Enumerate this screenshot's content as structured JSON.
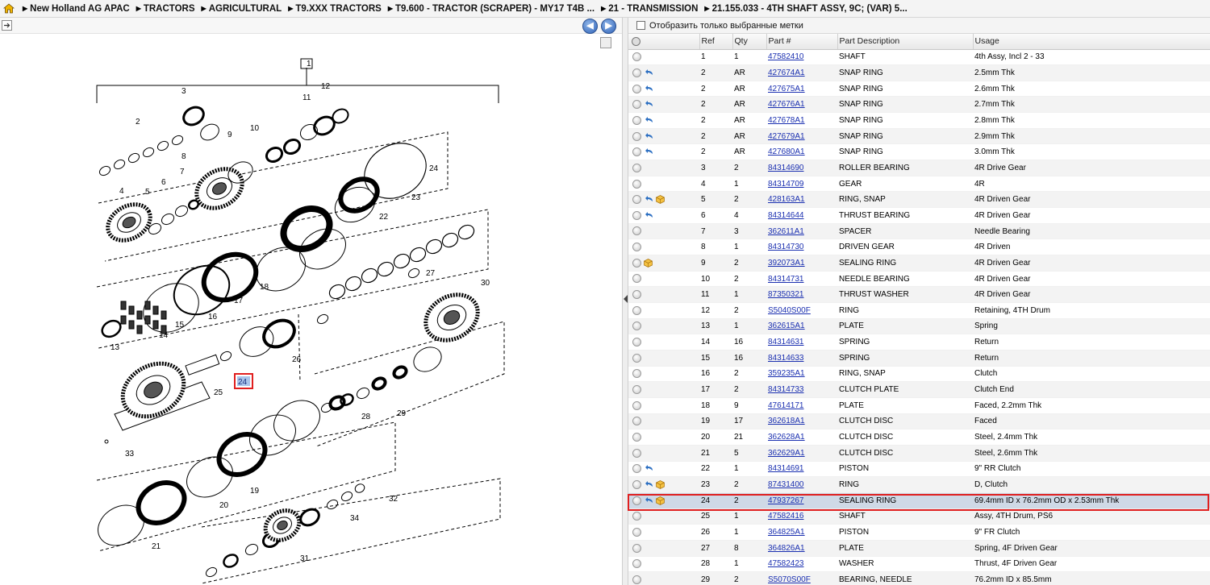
{
  "breadcrumb": {
    "home_icon": "home-icon",
    "items": [
      "New Holland AG APAC",
      "TRACTORS",
      "AGRICULTURAL",
      "T9.XXX TRACTORS",
      "T9.600 - TRACTOR (SCRAPER) - MY17 T4B ...",
      "21 - TRANSMISSION",
      "21.155.033 - 4TH SHAFT ASSY, 9C; (VAR) 5..."
    ]
  },
  "left": {
    "nav_prev": "back-arrow-icon",
    "nav_next": "forward-arrow-icon",
    "diagram_labels": [
      "1",
      "2",
      "3",
      "4",
      "5",
      "6",
      "7",
      "8",
      "9",
      "10",
      "11",
      "12",
      "13",
      "14",
      "15",
      "16",
      "17",
      "18",
      "19",
      "20",
      "21",
      "22",
      "23",
      "24",
      "25",
      "26",
      "27",
      "28",
      "29",
      "30",
      "31",
      "32",
      "33",
      "34"
    ],
    "highlight_label": "24"
  },
  "filter": {
    "label": "Отобразить только выбранные метки"
  },
  "table": {
    "headers": [
      "",
      "Ref",
      "Qty",
      "Part #",
      "Part Description",
      "Usage"
    ],
    "rows": [
      {
        "ref": "1",
        "qty": "1",
        "part": "47582410",
        "desc": "SHAFT",
        "usage": "4th Assy, Incl 2 - 33",
        "arrow": false,
        "box": false
      },
      {
        "ref": "2",
        "qty": "AR",
        "part": "427674A1",
        "desc": "SNAP RING",
        "usage": "2.5mm Thk",
        "arrow": true,
        "box": false
      },
      {
        "ref": "2",
        "qty": "AR",
        "part": "427675A1",
        "desc": "SNAP RING",
        "usage": "2.6mm Thk",
        "arrow": true,
        "box": false
      },
      {
        "ref": "2",
        "qty": "AR",
        "part": "427676A1",
        "desc": "SNAP RING",
        "usage": "2.7mm Thk",
        "arrow": true,
        "box": false
      },
      {
        "ref": "2",
        "qty": "AR",
        "part": "427678A1",
        "desc": "SNAP RING",
        "usage": "2.8mm Thk",
        "arrow": true,
        "box": false
      },
      {
        "ref": "2",
        "qty": "AR",
        "part": "427679A1",
        "desc": "SNAP RING",
        "usage": "2.9mm Thk",
        "arrow": true,
        "box": false
      },
      {
        "ref": "2",
        "qty": "AR",
        "part": "427680A1",
        "desc": "SNAP RING",
        "usage": "3.0mm Thk",
        "arrow": true,
        "box": false
      },
      {
        "ref": "3",
        "qty": "2",
        "part": "84314690",
        "desc": "ROLLER BEARING",
        "usage": "4R Drive Gear",
        "arrow": false,
        "box": false
      },
      {
        "ref": "4",
        "qty": "1",
        "part": "84314709",
        "desc": "GEAR",
        "usage": "4R",
        "arrow": false,
        "box": false
      },
      {
        "ref": "5",
        "qty": "2",
        "part": "428163A1",
        "desc": "RING, SNAP",
        "usage": "4R Driven Gear",
        "arrow": true,
        "box": true
      },
      {
        "ref": "6",
        "qty": "4",
        "part": "84314644",
        "desc": "THRUST BEARING",
        "usage": "4R Driven Gear",
        "arrow": true,
        "box": false
      },
      {
        "ref": "7",
        "qty": "3",
        "part": "362611A1",
        "desc": "SPACER",
        "usage": "Needle Bearing",
        "arrow": false,
        "box": false
      },
      {
        "ref": "8",
        "qty": "1",
        "part": "84314730",
        "desc": "DRIVEN GEAR",
        "usage": "4R Driven",
        "arrow": false,
        "box": false
      },
      {
        "ref": "9",
        "qty": "2",
        "part": "392073A1",
        "desc": "SEALING RING",
        "usage": "4R Driven Gear",
        "arrow": false,
        "box": true
      },
      {
        "ref": "10",
        "qty": "2",
        "part": "84314731",
        "desc": "NEEDLE BEARING",
        "usage": "4R Driven Gear",
        "arrow": false,
        "box": false
      },
      {
        "ref": "11",
        "qty": "1",
        "part": "87350321",
        "desc": "THRUST WASHER",
        "usage": "4R Driven Gear",
        "arrow": false,
        "box": false
      },
      {
        "ref": "12",
        "qty": "2",
        "part": "S5040S00F",
        "desc": "RING",
        "usage": "Retaining, 4TH Drum",
        "arrow": false,
        "box": false
      },
      {
        "ref": "13",
        "qty": "1",
        "part": "362615A1",
        "desc": "PLATE",
        "usage": "Spring",
        "arrow": false,
        "box": false
      },
      {
        "ref": "14",
        "qty": "16",
        "part": "84314631",
        "desc": "SPRING",
        "usage": "Return",
        "arrow": false,
        "box": false
      },
      {
        "ref": "15",
        "qty": "16",
        "part": "84314633",
        "desc": "SPRING",
        "usage": "Return",
        "arrow": false,
        "box": false
      },
      {
        "ref": "16",
        "qty": "2",
        "part": "359235A1",
        "desc": "RING, SNAP",
        "usage": "Clutch",
        "arrow": false,
        "box": false
      },
      {
        "ref": "17",
        "qty": "2",
        "part": "84314733",
        "desc": "CLUTCH PLATE",
        "usage": "Clutch End",
        "arrow": false,
        "box": false
      },
      {
        "ref": "18",
        "qty": "9",
        "part": "47614171",
        "desc": "PLATE",
        "usage": "Faced, 2.2mm Thk",
        "arrow": false,
        "box": false
      },
      {
        "ref": "19",
        "qty": "17",
        "part": "362618A1",
        "desc": "CLUTCH DISC",
        "usage": "Faced",
        "arrow": false,
        "box": false
      },
      {
        "ref": "20",
        "qty": "21",
        "part": "362628A1",
        "desc": "CLUTCH DISC",
        "usage": "Steel, 2.4mm Thk",
        "arrow": false,
        "box": false
      },
      {
        "ref": "21",
        "qty": "5",
        "part": "362629A1",
        "desc": "CLUTCH DISC",
        "usage": "Steel, 2.6mm Thk",
        "arrow": false,
        "box": false
      },
      {
        "ref": "22",
        "qty": "1",
        "part": "84314691",
        "desc": "PISTON",
        "usage": "9\" RR Clutch",
        "arrow": true,
        "box": false
      },
      {
        "ref": "23",
        "qty": "2",
        "part": "87431400",
        "desc": "RING",
        "usage": "D, Clutch",
        "arrow": true,
        "box": true
      },
      {
        "ref": "24",
        "qty": "2",
        "part": "47937267",
        "desc": "SEALING RING",
        "usage": "69.4mm ID x 76.2mm OD x 2.53mm Thk",
        "arrow": true,
        "box": true,
        "selected": true
      },
      {
        "ref": "25",
        "qty": "1",
        "part": "47582416",
        "desc": "SHAFT",
        "usage": "Assy, 4TH Drum, PS6",
        "arrow": false,
        "box": false
      },
      {
        "ref": "26",
        "qty": "1",
        "part": "364825A1",
        "desc": "PISTON",
        "usage": "9\" FR Clutch",
        "arrow": false,
        "box": false
      },
      {
        "ref": "27",
        "qty": "8",
        "part": "364826A1",
        "desc": "PLATE",
        "usage": "Spring, 4F Driven Gear",
        "arrow": false,
        "box": false
      },
      {
        "ref": "28",
        "qty": "1",
        "part": "47582423",
        "desc": "WASHER",
        "usage": "Thrust, 4F Driven Gear",
        "arrow": false,
        "box": false
      },
      {
        "ref": "29",
        "qty": "2",
        "part": "S5070S00F",
        "desc": "BEARING, NEEDLE",
        "usage": "76.2mm ID x 85.5mm",
        "arrow": false,
        "box": false
      }
    ]
  }
}
